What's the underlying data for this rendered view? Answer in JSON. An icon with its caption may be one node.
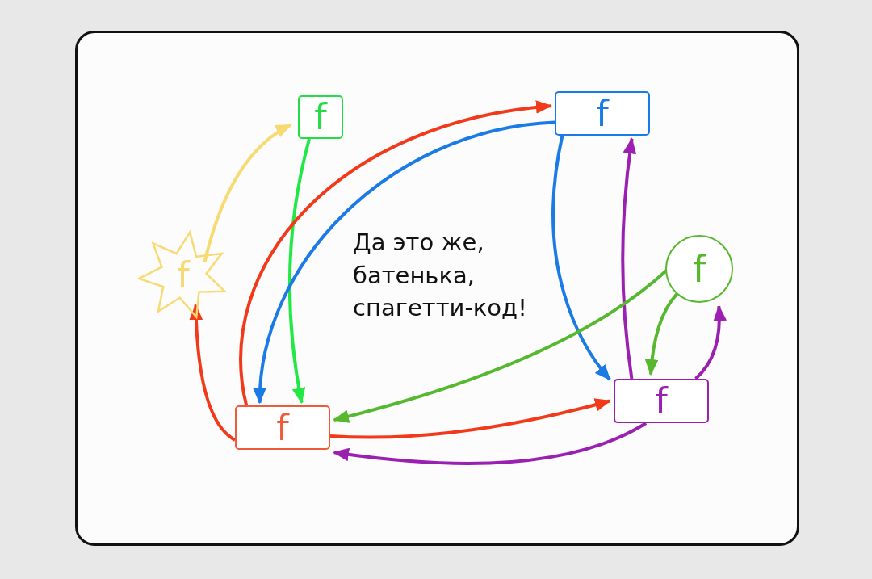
{
  "diagram": {
    "nodes": [
      {
        "text": [
          "f"
        ]
      },
      {
        "text": [
          "f"
        ]
      },
      {
        "text": [
          "f"
        ]
      },
      {
        "text": [
          "f"
        ]
      },
      {
        "text": [
          "f"
        ]
      },
      {
        "text": [
          "f"
        ]
      }
    ],
    "edges": [
      {
        "from": 2,
        "to": 0,
        "arrow": "to",
        "color": "#f7da72"
      },
      {
        "from": 4,
        "to": 2,
        "arrow": "to",
        "color": "#f23a1a"
      },
      {
        "from": 0,
        "to": 4,
        "arrow": "to",
        "color": "#22e845"
      },
      {
        "from": 4,
        "to": 1,
        "arrow": "to",
        "color": "#f23a1a"
      },
      {
        "from": 1,
        "to": 4,
        "arrow": "to",
        "color": "#1a7ae6"
      },
      {
        "from": 1,
        "to": 5,
        "arrow": "to",
        "color": "#1a7ae6"
      },
      {
        "from": 5,
        "to": 1,
        "arrow": "to",
        "color": "#9b1fb0"
      },
      {
        "from": 3,
        "to": 4,
        "arrow": "to",
        "color": "#55b82e"
      },
      {
        "from": 3,
        "to": 5,
        "arrow": "to",
        "color": "#55b82e"
      },
      {
        "from": 5,
        "to": 3,
        "arrow": "to",
        "color": "#9b1fb0"
      },
      {
        "from": 4,
        "to": 5,
        "arrow": "to",
        "color": "#f23a1a"
      },
      {
        "from": 5,
        "to": 4,
        "arrow": "to",
        "color": "#9b1fb0"
      }
    ],
    "labels": [
      "Да это же, батенька, спагетти-код!"
    ]
  }
}
